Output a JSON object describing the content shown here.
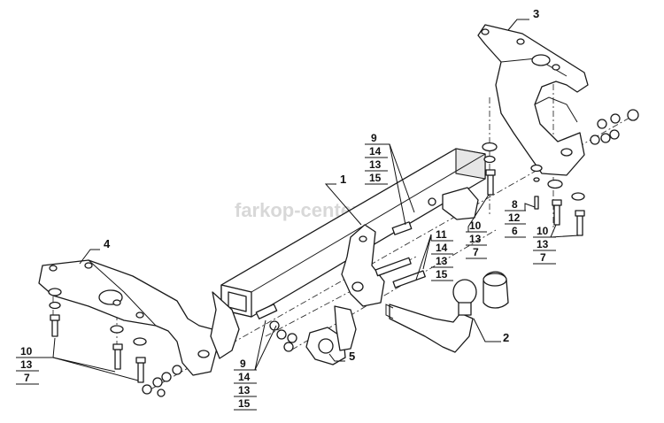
{
  "watermark": "farkop-center.ru",
  "callouts": {
    "c1": "1",
    "c2": "2",
    "c3": "3",
    "c4": "4",
    "c5": "5"
  },
  "stacks": {
    "top_left": [
      "9",
      "14",
      "13",
      "15"
    ],
    "mid": [
      "11",
      "14",
      "13",
      "15"
    ],
    "bottom": [
      "9",
      "14",
      "13",
      "15"
    ],
    "bolt_left": [
      "10",
      "13",
      "7"
    ],
    "bolt_center": [
      "10",
      "13",
      "7"
    ],
    "small_bolt": [
      "8",
      "12",
      "6"
    ],
    "bolt_right": [
      "10",
      "13",
      "7"
    ]
  }
}
